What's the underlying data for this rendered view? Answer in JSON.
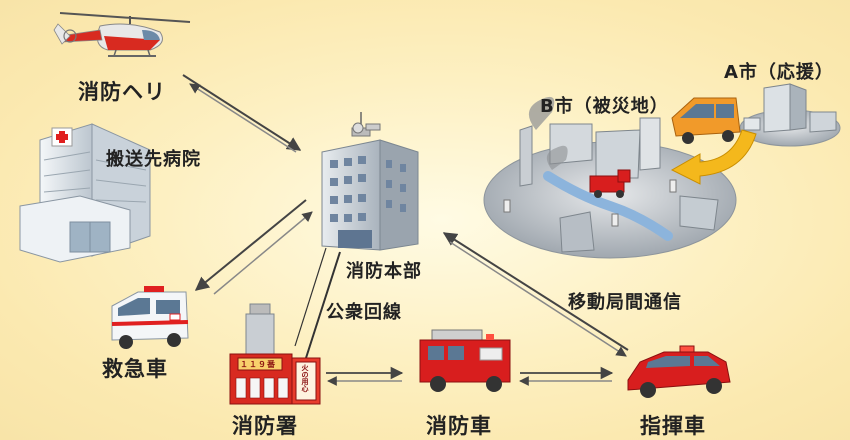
{
  "nodes": {
    "helicopter": "消防ヘリ",
    "hospital": "搬送先病院",
    "hq": "消防本部",
    "ambulance": "救急車",
    "station": "消防署",
    "engine": "消防車",
    "command": "指揮車",
    "city_b": "B市（被災地）",
    "city_a": "A市（応援）"
  },
  "links": {
    "public_line": "公衆回線",
    "mobile_comm": "移動局間通信"
  },
  "signs": {
    "station_sign": "１１９番",
    "station_vertical": "火の用心"
  },
  "colors": {
    "fire_red": "#d81e1e",
    "building": "#b8c0c8",
    "arrow": "#444444",
    "van": "#f19a2a",
    "support_arrow": "#f4b81c"
  }
}
